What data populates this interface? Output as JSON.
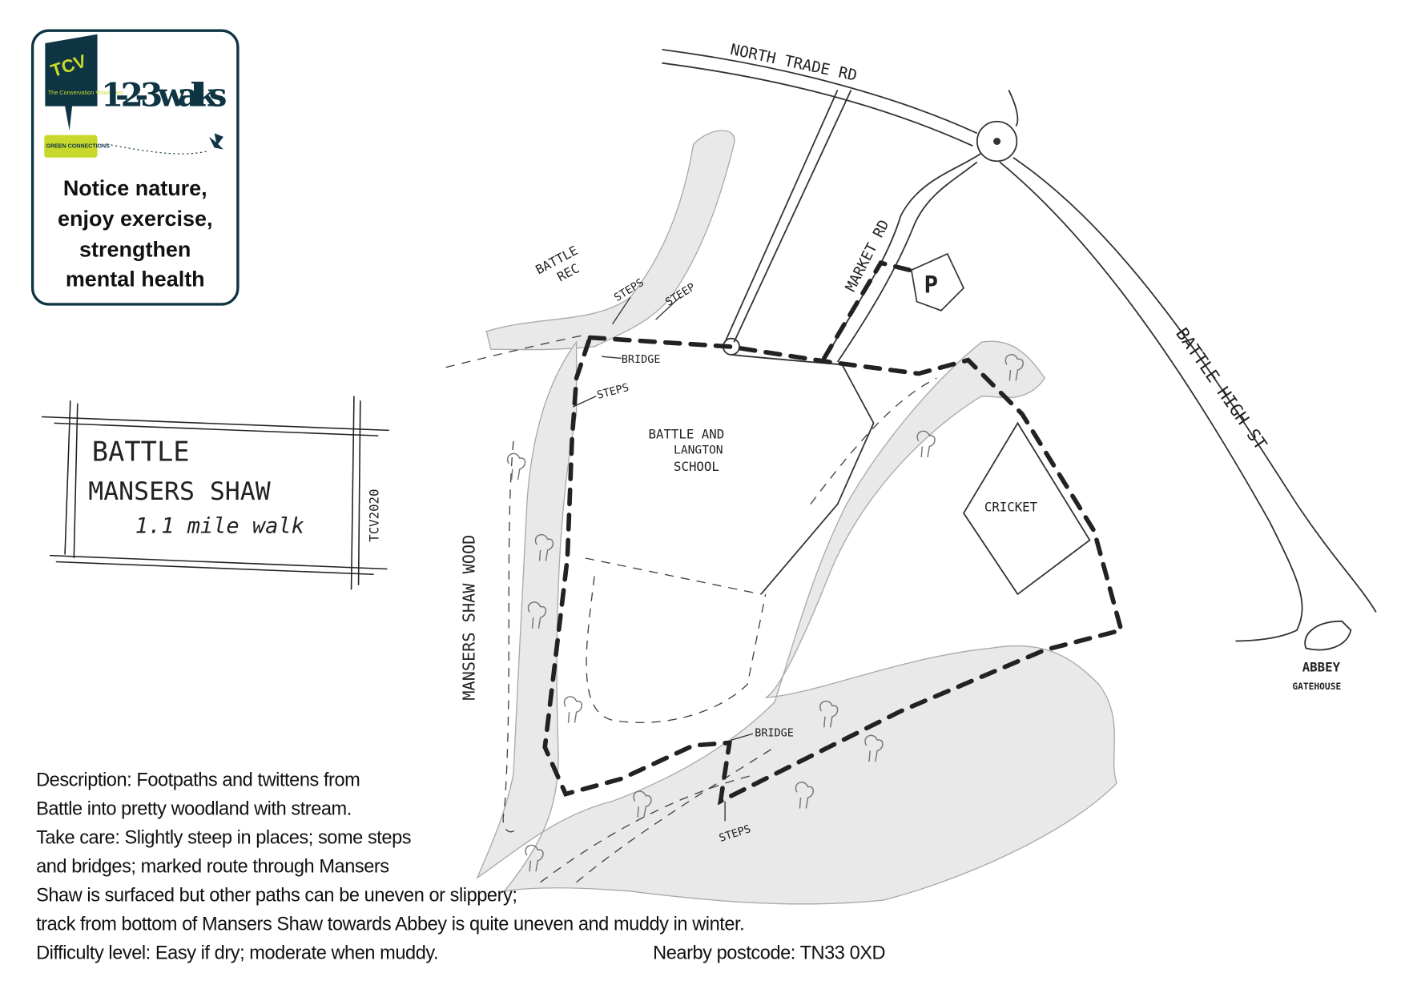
{
  "logo": {
    "brand": "TCV",
    "brand_sub": "The Conservation Volunteers",
    "program": "1-2-3 walks",
    "partner": "GREEN CONNECTIONS",
    "tagline": [
      "Notice nature,",
      "enjoy exercise,",
      "strengthen",
      "mental health"
    ],
    "colors": {
      "navy": "#0f3544",
      "lime": "#c8d92b"
    }
  },
  "title_box": {
    "line1": "BATTLE",
    "line2": "MANSERS SHAW",
    "line3": "1.1 mile walk",
    "credit": "TCV2020"
  },
  "map_labels": {
    "north_trade_rd": "NORTH TRADE RD",
    "market_rd": "MARKET RD",
    "battle_high_st": "BATTLE HIGH ST",
    "parking": "P",
    "battle_rec": [
      "BATTLE",
      "REC"
    ],
    "steps_top": "STEPS",
    "steep": "STEEP",
    "bridge_top": "BRIDGE",
    "steps_left": "STEPS",
    "school": [
      "BATTLE AND",
      "LANGTON",
      "SCHOOL"
    ],
    "cricket": "CRICKET",
    "mansers_shaw_wood": "MANSERS SHAW WOOD",
    "bridge_bottom": "BRIDGE",
    "steps_bottom": "STEPS",
    "abbey": [
      "ABBEY",
      "GATEHOUSE"
    ]
  },
  "description": {
    "lines": [
      "Description: Footpaths and twittens from",
      "Battle into pretty woodland with stream.",
      "Take care: Slightly steep in places; some steps",
      "and bridges; marked route through Mansers",
      "Shaw is surfaced but other paths can be uneven or slippery;",
      "track from bottom of Mansers Shaw towards Abbey is quite uneven and muddy in winter.",
      "Difficulty level: Easy if dry; moderate when muddy."
    ],
    "postcode": "Nearby postcode: TN33 0XD"
  }
}
